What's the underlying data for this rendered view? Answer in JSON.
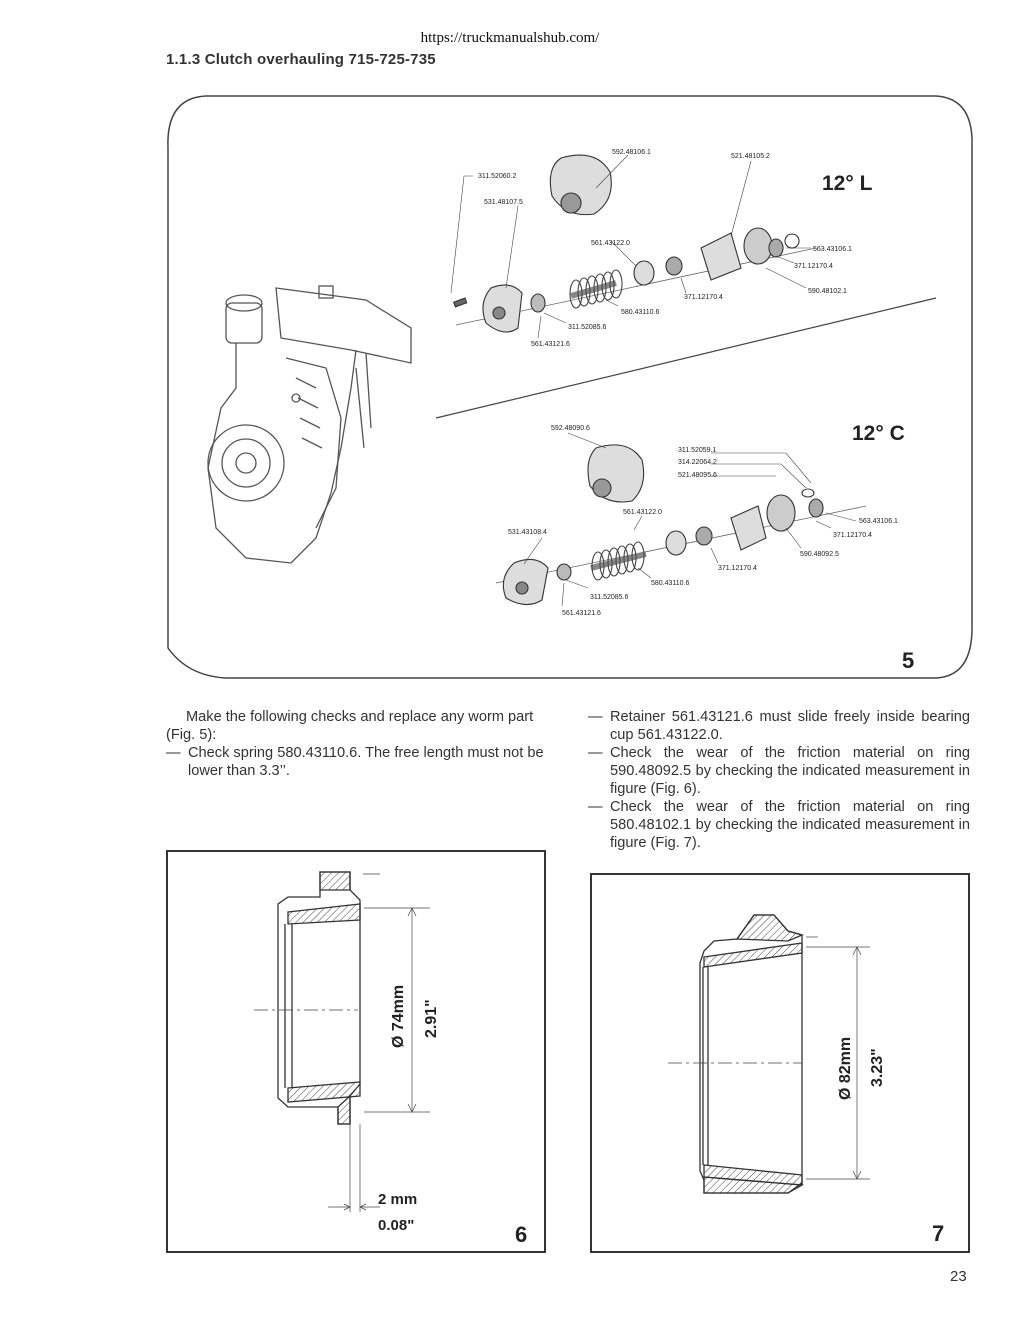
{
  "header": {
    "url": "https://truckmanualshub.com/",
    "section_title": "1.1.3 Clutch overhauling 715-725-735"
  },
  "figure5": {
    "number": "5",
    "variant_L": "12° L",
    "variant_C": "12° C",
    "labels_L": [
      "592.48106.1",
      "521.48105.2",
      "311.52060.2",
      "531.48107.5",
      "561.43122.0",
      "563.43106.1",
      "371.12170.4",
      "590.48102.1",
      "371.12170.4",
      "580.43110.6",
      "311.52085.6",
      "561.43121.6"
    ],
    "labels_C": [
      "592.48090.6",
      "311.52059.1",
      "314.22064.2",
      "521.48095.6",
      "561.43122.0",
      "531.43108.4",
      "563.43106.1",
      "371.12170.4",
      "590.48092.5",
      "371.12170.4",
      "580.43110.6",
      "311.52085.6",
      "561.43121.6"
    ]
  },
  "text": {
    "left_intro": "Make the following checks and replace any worm part (Fig. 5):",
    "left_bullet1": "Check spring 580.43110.6. The free length must not be lower than 3.3’’.",
    "right_bullet1": "Retainer 561.43121.6 must slide freely inside bearing cup 561.43122.0.",
    "right_bullet2": "Check the wear of the friction material on ring 590.48092.5 by checking the indicated measurement in figure (Fig. 6).",
    "right_bullet3": "Check the wear of the friction material on ring 580.48102.1 by checking the indicated measurement in figure (Fig. 7).",
    "dash": "—"
  },
  "figure6": {
    "number": "6",
    "diameter_mm": "Ø 74mm",
    "diameter_in": "2.91\"",
    "thickness_mm": "2 mm",
    "thickness_in": "0.08\""
  },
  "figure7": {
    "number": "7",
    "diameter_mm": "Ø 82mm",
    "diameter_in": "3.23\""
  },
  "footer": {
    "page_number": "23"
  }
}
